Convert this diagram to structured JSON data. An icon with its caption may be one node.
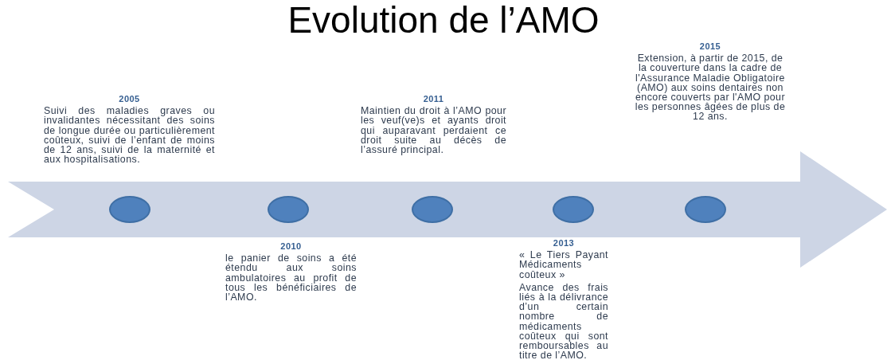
{
  "diagram": {
    "title": "Evolution de l’AMO",
    "nodes": [
      {
        "text": [],
        "shape": "arrow"
      },
      {
        "text": [],
        "shape": "circle",
        "in": 0,
        "beside": [
          "2005",
          "Suivi des maladies graves ou invalidantes nécessitant des soins de longue durée ou particulièrement coûteux, suivi de l’enfant de moins de 12 ans, suivi de la maternité et aux hospitalisations."
        ]
      },
      {
        "text": [],
        "shape": "circle",
        "in": 0,
        "beside": [
          "2010",
          "le panier de soins a été étendu aux soins ambulatoires au profit de tous les bénéficiaires de l’AMO."
        ]
      },
      {
        "text": [],
        "shape": "circle",
        "in": 0,
        "beside": [
          "2011",
          "Maintien du droit à l’AMO pour les veuf(ve)s et ayants droit qui auparavant perdaient ce droit suite au décès de l’assuré principal."
        ]
      },
      {
        "text": [],
        "shape": "circle",
        "in": 0,
        "beside": [
          "2013",
          "« Le Tiers Payant Médicaments coûteux »",
          "Avance des frais liés à la délivrance d’un certain nombre de médicaments coûteux qui sont remboursables au titre de l’AMO."
        ]
      },
      {
        "text": [],
        "shape": "circle",
        "in": 0,
        "beside": [
          "2015",
          "Extension, à partir de 2015, de la couverture dans la cadre de l'Assurance Maladie Obligatoire (AMO) aux soins dentaires non encore couverts par l'AMO pour les personnes âgées de plus de 12 ans."
        ]
      }
    ],
    "edges": []
  }
}
